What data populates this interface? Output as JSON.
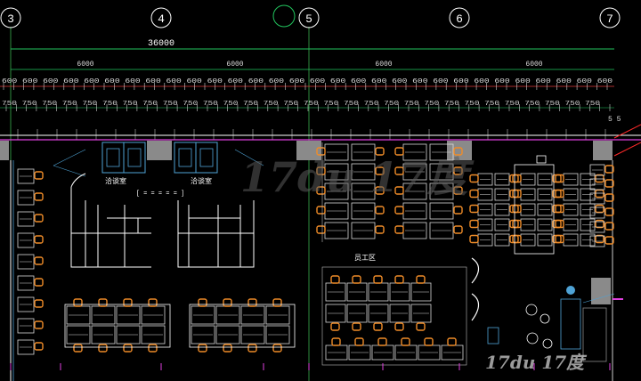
{
  "drawing": {
    "colors": {
      "background": "#000000",
      "axis_line": "#ffffff",
      "dimension": "#22c55e",
      "furniture_chair": "#f08c28",
      "furniture_desk": "#d9d9d9",
      "glass_partition": "#4fa3d6",
      "wall_highlight": "#e040e0",
      "structure": "#8a8a8a",
      "section_line": "#ff2a2a",
      "white": "#ffffff"
    },
    "axes": {
      "top": [
        {
          "label": "3",
          "icon": "grid-bubble-icon"
        },
        {
          "label": "4",
          "icon": "grid-bubble-icon"
        },
        {
          "label": "",
          "icon": "grid-bubble-icon"
        },
        {
          "label": "5",
          "icon": "grid-bubble-icon"
        },
        {
          "label": "6",
          "icon": "grid-bubble-icon"
        },
        {
          "label": "7",
          "icon": "grid-bubble-icon"
        }
      ]
    },
    "dimensions": {
      "overall": "36000",
      "spans": [
        "6000",
        "6000",
        "6000",
        "6000"
      ],
      "small_chain_text": "600 600 600 600 600 600 600 600 600 600 600 600 600 600 600 600 600 600 600 600 600 600 600 600 600 600 600 600 600 600",
      "small_chain_text_2": "750 750 750 750 750 750 750 750 750 750 750 750 750 750 750 750 750 750 750 750 750 750 750 750 750 750 750 750 750 750",
      "right_mark": "5 5"
    },
    "rooms": {
      "left_room_a": "洽谈室",
      "left_room_b": "洽谈室",
      "middle_label": "员工区",
      "meeting_sign": "[ = = = = = ]"
    },
    "watermark": {
      "center": "17du 17度",
      "corner": "17du 17度"
    }
  }
}
